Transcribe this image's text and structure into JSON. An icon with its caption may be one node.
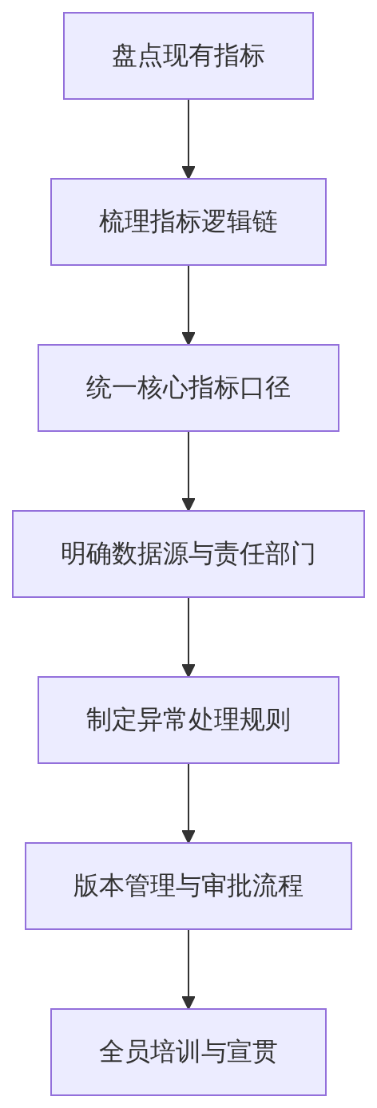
{
  "diagram": {
    "nodes": [
      {
        "text": [
          "盘点现有指标"
        ]
      },
      {
        "text": [
          "梳理指标逻辑链"
        ]
      },
      {
        "text": [
          "统一核心指标口径"
        ]
      },
      {
        "text": [
          "明确数据源与责任部门"
        ]
      },
      {
        "text": [
          "制定异常处理规则"
        ]
      },
      {
        "text": [
          "版本管理与审批流程"
        ]
      },
      {
        "text": [
          "全员培训与宣贯"
        ]
      }
    ],
    "edges": [
      {
        "from": 0,
        "to": 1,
        "arrow": "to"
      },
      {
        "from": 1,
        "to": 2,
        "arrow": "to"
      },
      {
        "from": 2,
        "to": 3,
        "arrow": "to"
      },
      {
        "from": 3,
        "to": 4,
        "arrow": "to"
      },
      {
        "from": 4,
        "to": 5,
        "arrow": "to"
      },
      {
        "from": 5,
        "to": 6,
        "arrow": "to"
      }
    ]
  }
}
